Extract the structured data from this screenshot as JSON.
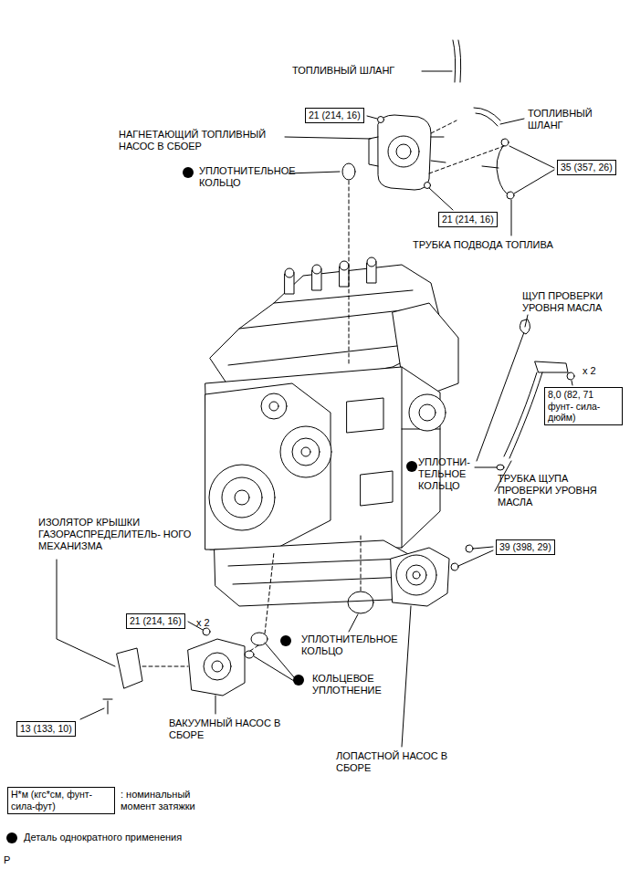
{
  "diagram": {
    "nodes": [
      {
        "text": [
          "21 (214, 16)"
        ]
      },
      {
        "text": [
          "35 (357, 26)"
        ]
      },
      {
        "text": [
          "21 (214, 16)"
        ]
      },
      {
        "text": [
          "8,0 (82, 71 фунт- сила-дюйм)"
        ]
      },
      {
        "text": [
          "39 (398, 29)"
        ]
      },
      {
        "text": [
          "21 (214, 16)"
        ]
      },
      {
        "text": [
          "13 (133, 10)"
        ]
      },
      {
        "text": [
          "Н*м (кгс*см, фунт-сила-фут)"
        ]
      }
    ],
    "labels": [
      "ТОПЛИВНЫЙ ШЛАНГ",
      "НАГНЕТАЮЩИЙ ТОПЛИВНЫЙ НАСОС В СБОЕР",
      "ТОПЛИВНЫЙ ШЛАНГ",
      "УПЛОТНИТЕЛЬНОЕ КОЛЬЦО",
      "ТРУБКА ПОДВОДА ТОПЛИВА",
      "ЩУП ПРОВЕРКИ УРОВНЯ МАСЛА",
      "x 2",
      "УПЛОТНИ- ТЕЛЬНОЕ КОЛЬЦО",
      "ТРУБКА ЩУПА ПРОВЕРКИ УРОВНЯ МАСЛА",
      "ИЗОЛЯТОР КРЫШКИ ГАЗОРАСПРЕДЕЛИТЕЛЬ- НОГО МЕХАНИЗМА",
      "x 2",
      "УПЛОТНИТЕЛЬНОЕ КОЛЬЦО",
      "КОЛЬЦЕВОЕ УПЛОТНЕНИЕ",
      "ВАКУУМНЫЙ НАСОС В СБОРЕ",
      "ЛОПАСТНОЙ НАСОС В СБОРЕ",
      "P"
    ],
    "legend": [
      {
        "text": ": номинальный момент затяжки"
      },
      {
        "text": "Деталь однократного применения"
      }
    ]
  }
}
